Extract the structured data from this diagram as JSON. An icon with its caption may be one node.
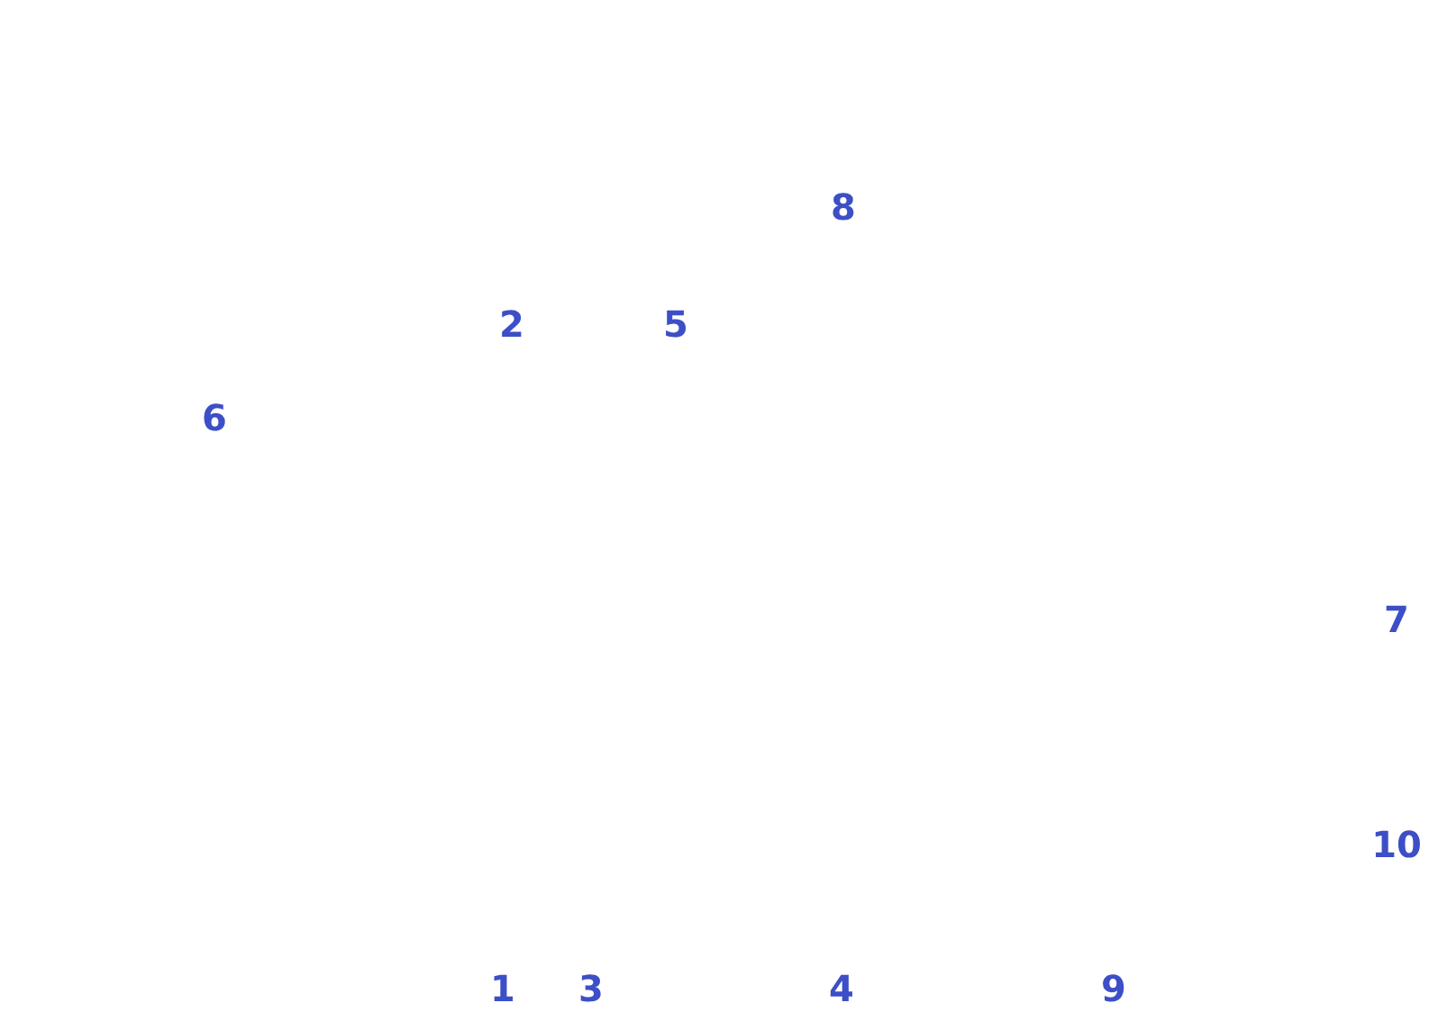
{
  "diagram": {
    "labels": [
      "8",
      "2",
      "5",
      "6",
      "7",
      "10",
      "1",
      "3",
      "4",
      "9"
    ]
  }
}
